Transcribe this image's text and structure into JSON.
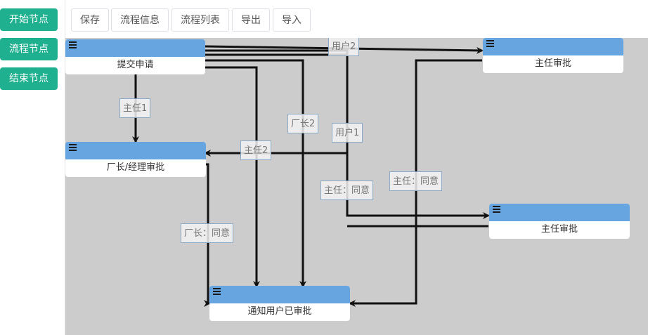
{
  "sidebar": {
    "buttons": [
      {
        "label": "开始节点"
      },
      {
        "label": "流程节点"
      },
      {
        "label": "结束节点"
      }
    ]
  },
  "toolbar": {
    "buttons": [
      {
        "label": "保存"
      },
      {
        "label": "流程信息"
      },
      {
        "label": "流程列表"
      },
      {
        "label": "导出"
      },
      {
        "label": "导入"
      }
    ]
  },
  "nodes": [
    {
      "id": "submit",
      "label": "提交申请"
    },
    {
      "id": "director-top",
      "label": "主任审批"
    },
    {
      "id": "factory-manager",
      "label": "厂长/经理审批"
    },
    {
      "id": "director-right",
      "label": "主任审批"
    },
    {
      "id": "notify",
      "label": "通知用户已审批"
    }
  ],
  "edges": [
    {
      "label": "用户2"
    },
    {
      "label": "主任1"
    },
    {
      "label": "厂长2"
    },
    {
      "label": "用户1"
    },
    {
      "label": "主任2"
    },
    {
      "label": "主任：同意"
    },
    {
      "label": "主任：同意"
    },
    {
      "label": "厂长：同意"
    }
  ],
  "colors": {
    "sidebar_button": "#1fb08f",
    "node_header": "#66a5e0",
    "canvas": "#cccccc",
    "edge": "#111111"
  }
}
